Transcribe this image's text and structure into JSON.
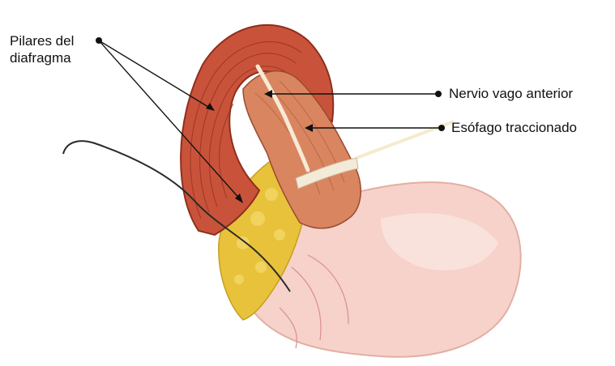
{
  "labels": {
    "pilares": "Pilares del diafragma",
    "nervio_vago": "Nervio vago anterior",
    "esofago": "Esófago traccionado"
  },
  "structures": [
    "stomach",
    "fat-tissue",
    "diaphragm-crus",
    "esophagus",
    "vagus-nerve",
    "suture-thread"
  ],
  "colors": {
    "muscle": "#c9533a",
    "muscle_dark": "#8e2f1e",
    "esophagus": "#d98560",
    "stomach": "#f7d6cf",
    "fat": "#e8c23a",
    "nerve": "#f6ead6",
    "leader_line": "#111111"
  }
}
